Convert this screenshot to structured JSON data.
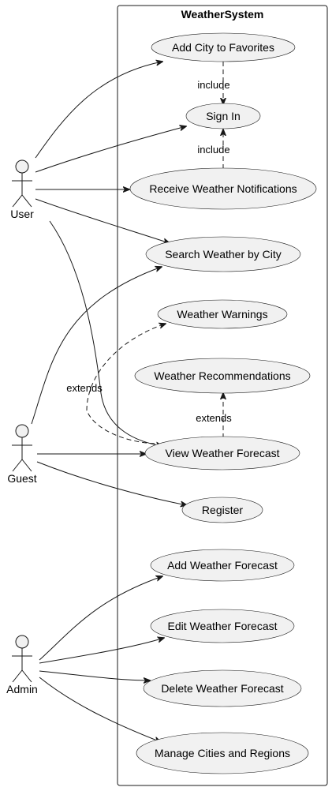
{
  "system": {
    "title": "WeatherSystem"
  },
  "actors": {
    "user": "User",
    "guest": "Guest",
    "admin": "Admin"
  },
  "use_cases": {
    "add_city_favorites": "Add City to Favorites",
    "sign_in": "Sign In",
    "receive_notifications": "Receive Weather Notifications",
    "search_by_city": "Search Weather by City",
    "weather_warnings": "Weather Warnings",
    "weather_recommendations": "Weather Recommendations",
    "view_forecast": "View Weather Forecast",
    "register": "Register",
    "add_forecast": "Add Weather Forecast",
    "edit_forecast": "Edit Weather Forecast",
    "delete_forecast": "Delete Weather Forecast",
    "manage_cities": "Manage Cities and Regions"
  },
  "relations": {
    "include_favorites_signin": "include",
    "include_notifications_signin": "include",
    "extends_warnings": "extends",
    "extends_recommendations": "extends"
  }
}
